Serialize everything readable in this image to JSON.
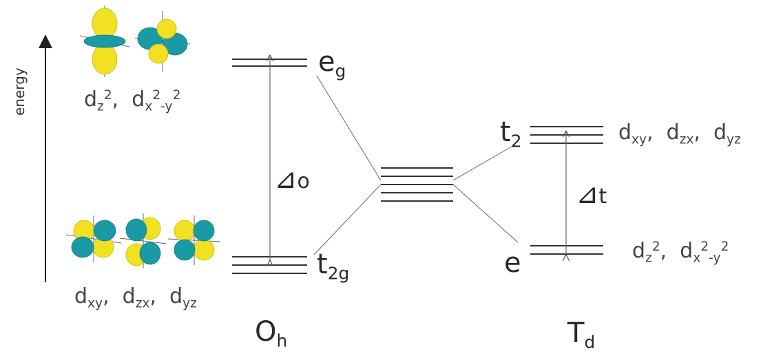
{
  "axis": {
    "label": "energy"
  },
  "oh": {
    "name": "O",
    "name_sub": "h",
    "upper_level": "e",
    "upper_sub": "g",
    "lower_level": "t",
    "lower_sub": "2g",
    "gap": "o",
    "upper_orbitals": [
      "d_z^2",
      "d_{x^2-y^2}"
    ],
    "lower_orbitals": [
      "d_xy",
      "d_zx",
      "d_yz"
    ]
  },
  "td": {
    "name": "T",
    "name_sub": "d",
    "upper_level": "t",
    "upper_sub": "2",
    "lower_level": "e",
    "gap": "t",
    "upper_orbitals": [
      "d_xy",
      "d_zx",
      "d_yz"
    ],
    "lower_orbitals": [
      "d_z^2",
      "d_{x^2-y^2}"
    ]
  },
  "colors": {
    "lobe_yellow": "#f2e022",
    "lobe_teal": "#1a9aa5",
    "line": "#555555"
  },
  "icons": [
    "orbital-dz2-icon",
    "orbital-dx2y2-icon",
    "orbital-dxy-icon",
    "orbital-dzx-icon",
    "orbital-dyz-icon"
  ]
}
